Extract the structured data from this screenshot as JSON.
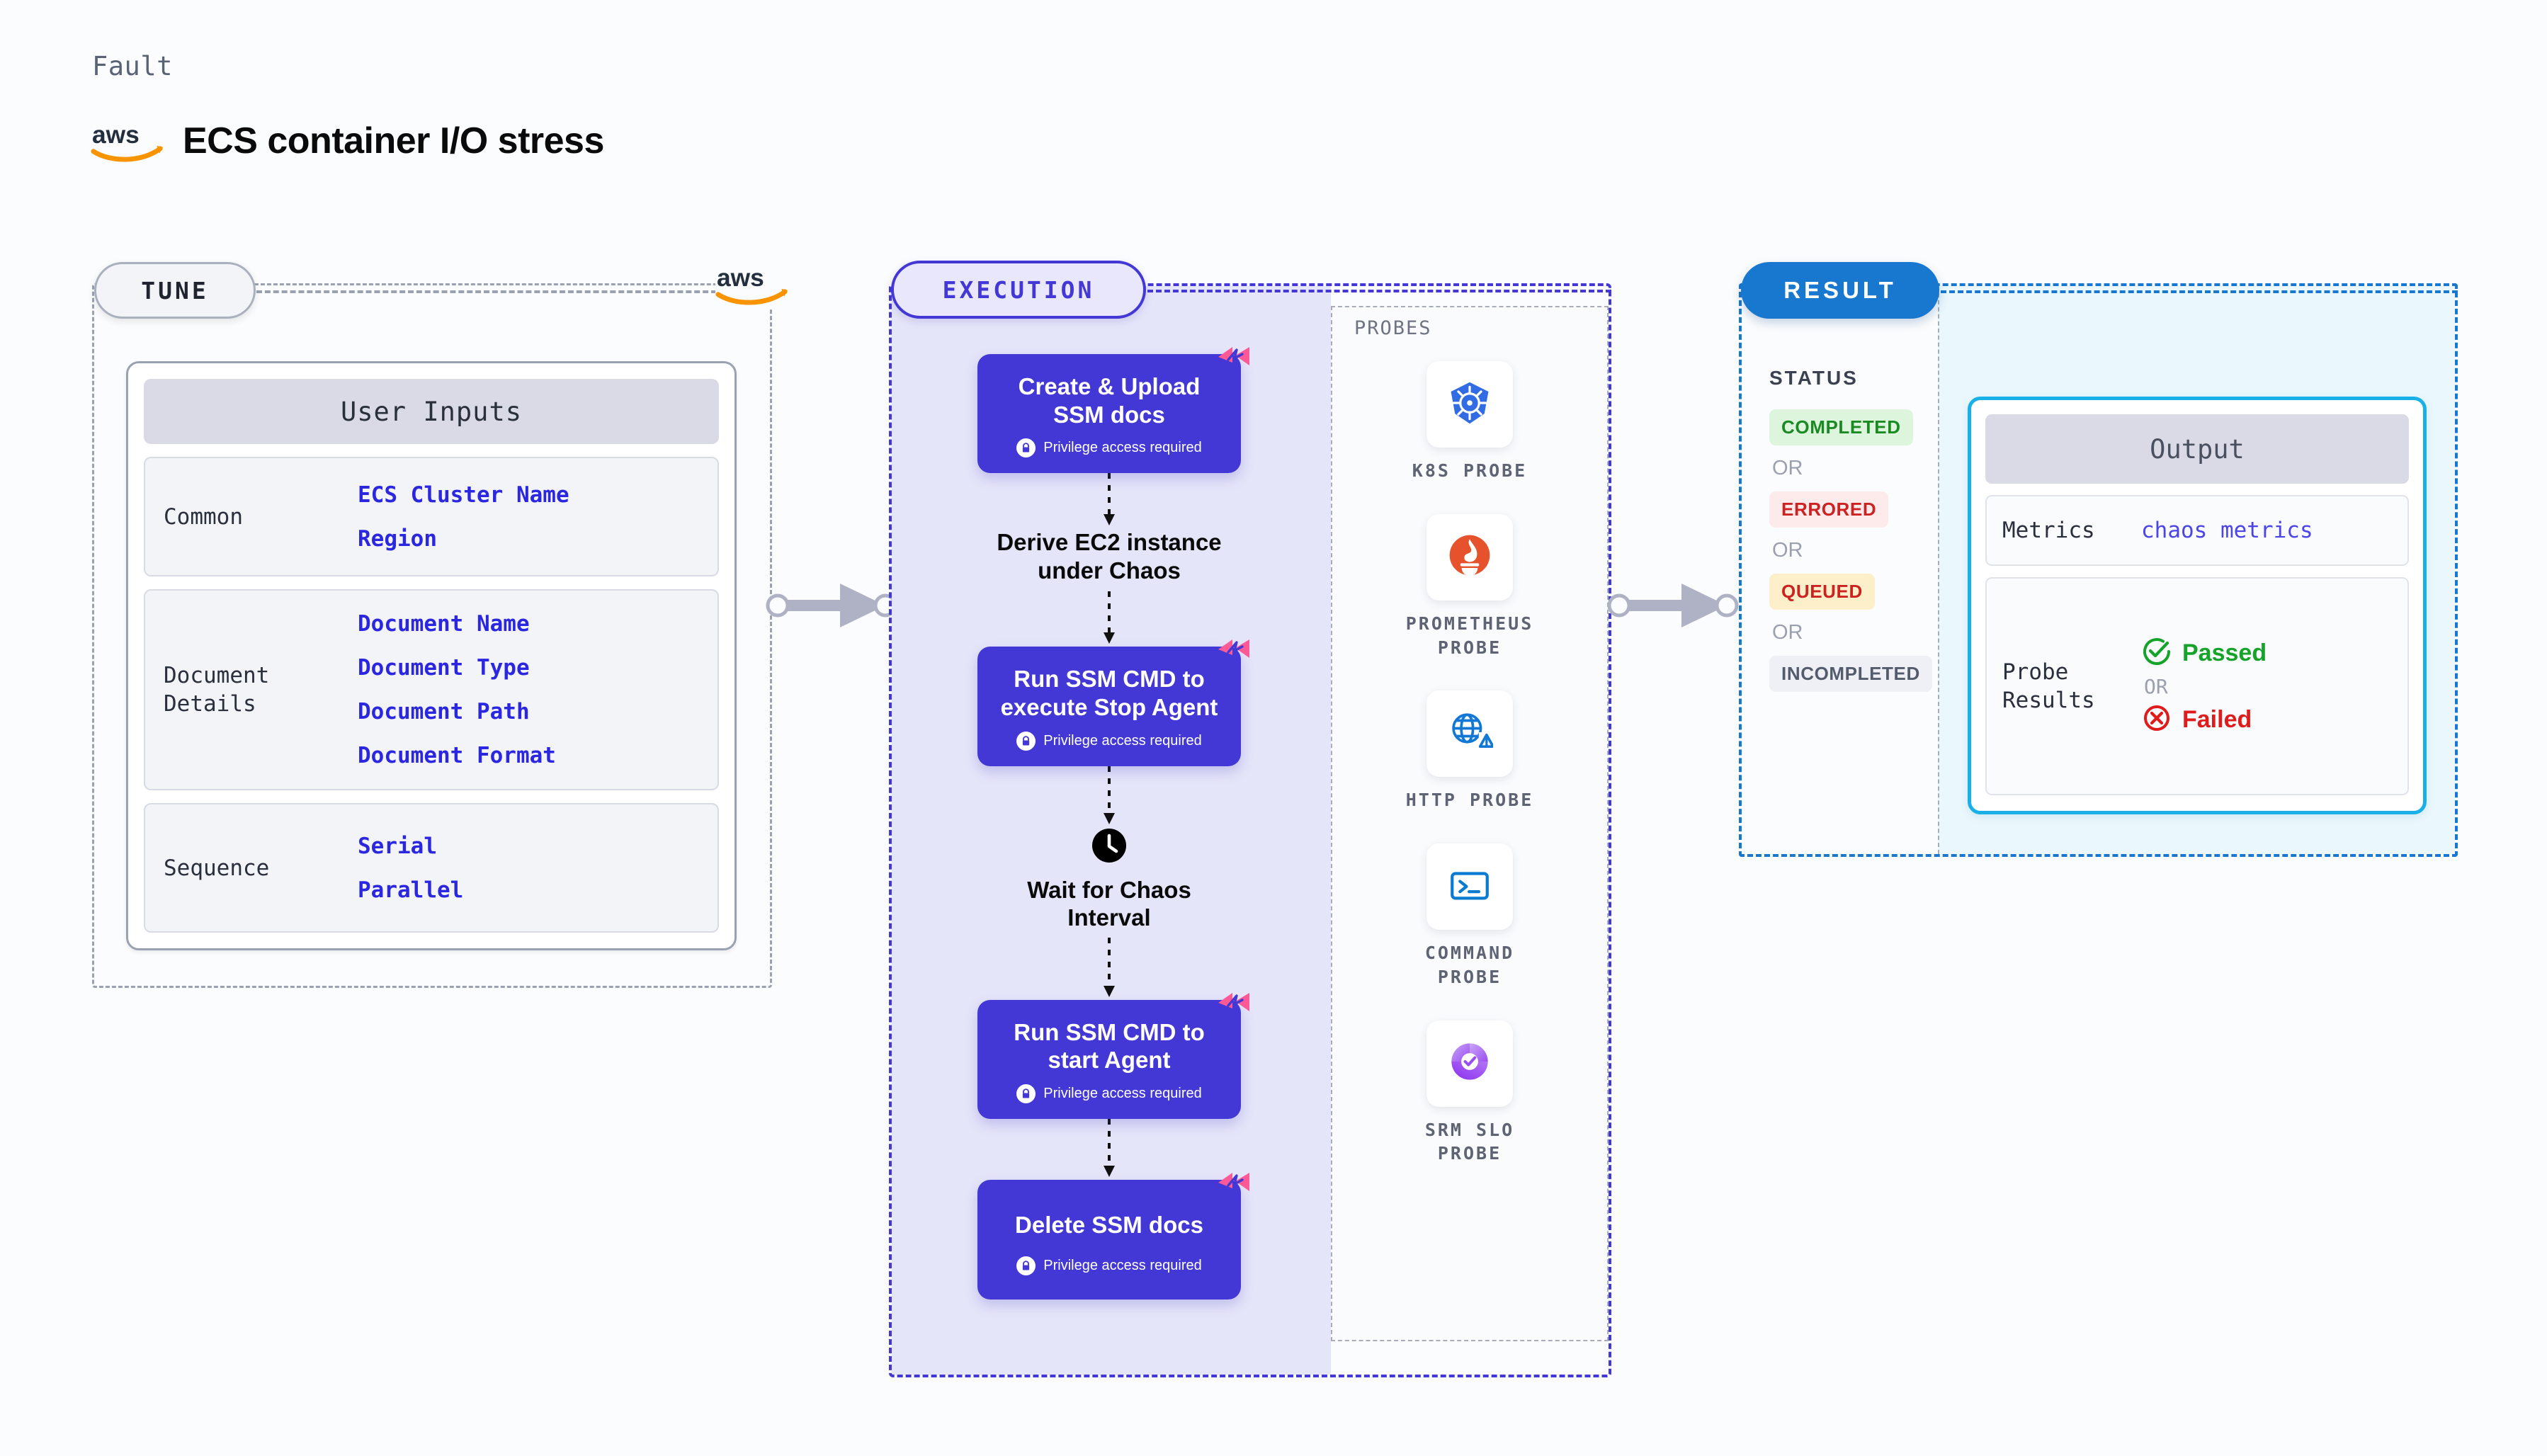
{
  "header": {
    "eyebrow": "Fault",
    "title": "ECS container I/O stress",
    "brand_icon": "aws-logo"
  },
  "tune": {
    "pill_label": "TUNE",
    "card_title": "User Inputs",
    "groups": [
      {
        "label": "Common",
        "values": [
          "ECS Cluster Name",
          "Region"
        ]
      },
      {
        "label": "Document\nDetails",
        "values": [
          "Document Name",
          "Document Type",
          "Document Path",
          "Document Format"
        ]
      },
      {
        "label": "Sequence",
        "values": [
          "Serial",
          "Parallel"
        ]
      }
    ]
  },
  "execution": {
    "pill_label": "EXECUTION",
    "privilege_note": "Privilege access required",
    "steps": [
      {
        "type": "box",
        "title": "Create & Upload SSM docs",
        "privileged": true,
        "icon": "litmus-flag-icon"
      },
      {
        "type": "plain",
        "title": "Derive EC2 instance under Chaos",
        "icon": null
      },
      {
        "type": "box",
        "title": "Run SSM CMD to execute Stop Agent",
        "privileged": true,
        "icon": "litmus-flag-icon"
      },
      {
        "type": "plain",
        "title": "Wait for Chaos Interval",
        "icon": "clock-icon"
      },
      {
        "type": "box",
        "title": "Run SSM CMD to start Agent",
        "privileged": true,
        "icon": "litmus-flag-icon"
      },
      {
        "type": "box",
        "title": "Delete SSM docs",
        "privileged": true,
        "icon": "litmus-flag-icon"
      }
    ]
  },
  "probes": {
    "label": "PROBES",
    "items": [
      {
        "name": "K8S PROBE",
        "icon": "kubernetes-icon"
      },
      {
        "name": "PROMETHEUS PROBE",
        "icon": "prometheus-icon"
      },
      {
        "name": "HTTP PROBE",
        "icon": "http-globe-warning-icon"
      },
      {
        "name": "COMMAND PROBE",
        "icon": "terminal-icon"
      },
      {
        "name": "SRM SLO PROBE",
        "icon": "srm-slo-icon"
      }
    ]
  },
  "result": {
    "pill_label": "RESULT",
    "status_label": "STATUS",
    "or_label": "OR",
    "statuses": [
      {
        "label": "COMPLETED",
        "style": "s-completed"
      },
      {
        "label": "ERRORED",
        "style": "s-errored"
      },
      {
        "label": "QUEUED",
        "style": "s-queued"
      },
      {
        "label": "INCOMPLETED",
        "style": "s-incomplete"
      }
    ],
    "output": {
      "title": "Output",
      "metrics_label": "Metrics",
      "metrics_value": "chaos metrics",
      "probe_results_label": "Probe\nResults",
      "passed_label": "Passed",
      "failed_label": "Failed",
      "or_label": "OR"
    }
  },
  "colors": {
    "execution_accent": "#4338d6",
    "result_accent": "#1878cf",
    "output_border": "#19b0e8",
    "litmus_pink": "#fb5a96",
    "aws_orange": "#f79400",
    "input_value": "#2b27e0",
    "status_completed": "#1a8a23",
    "status_errored": "#cc2222",
    "status_queued": "#cc2222",
    "status_incompleted": "#545b6c"
  }
}
